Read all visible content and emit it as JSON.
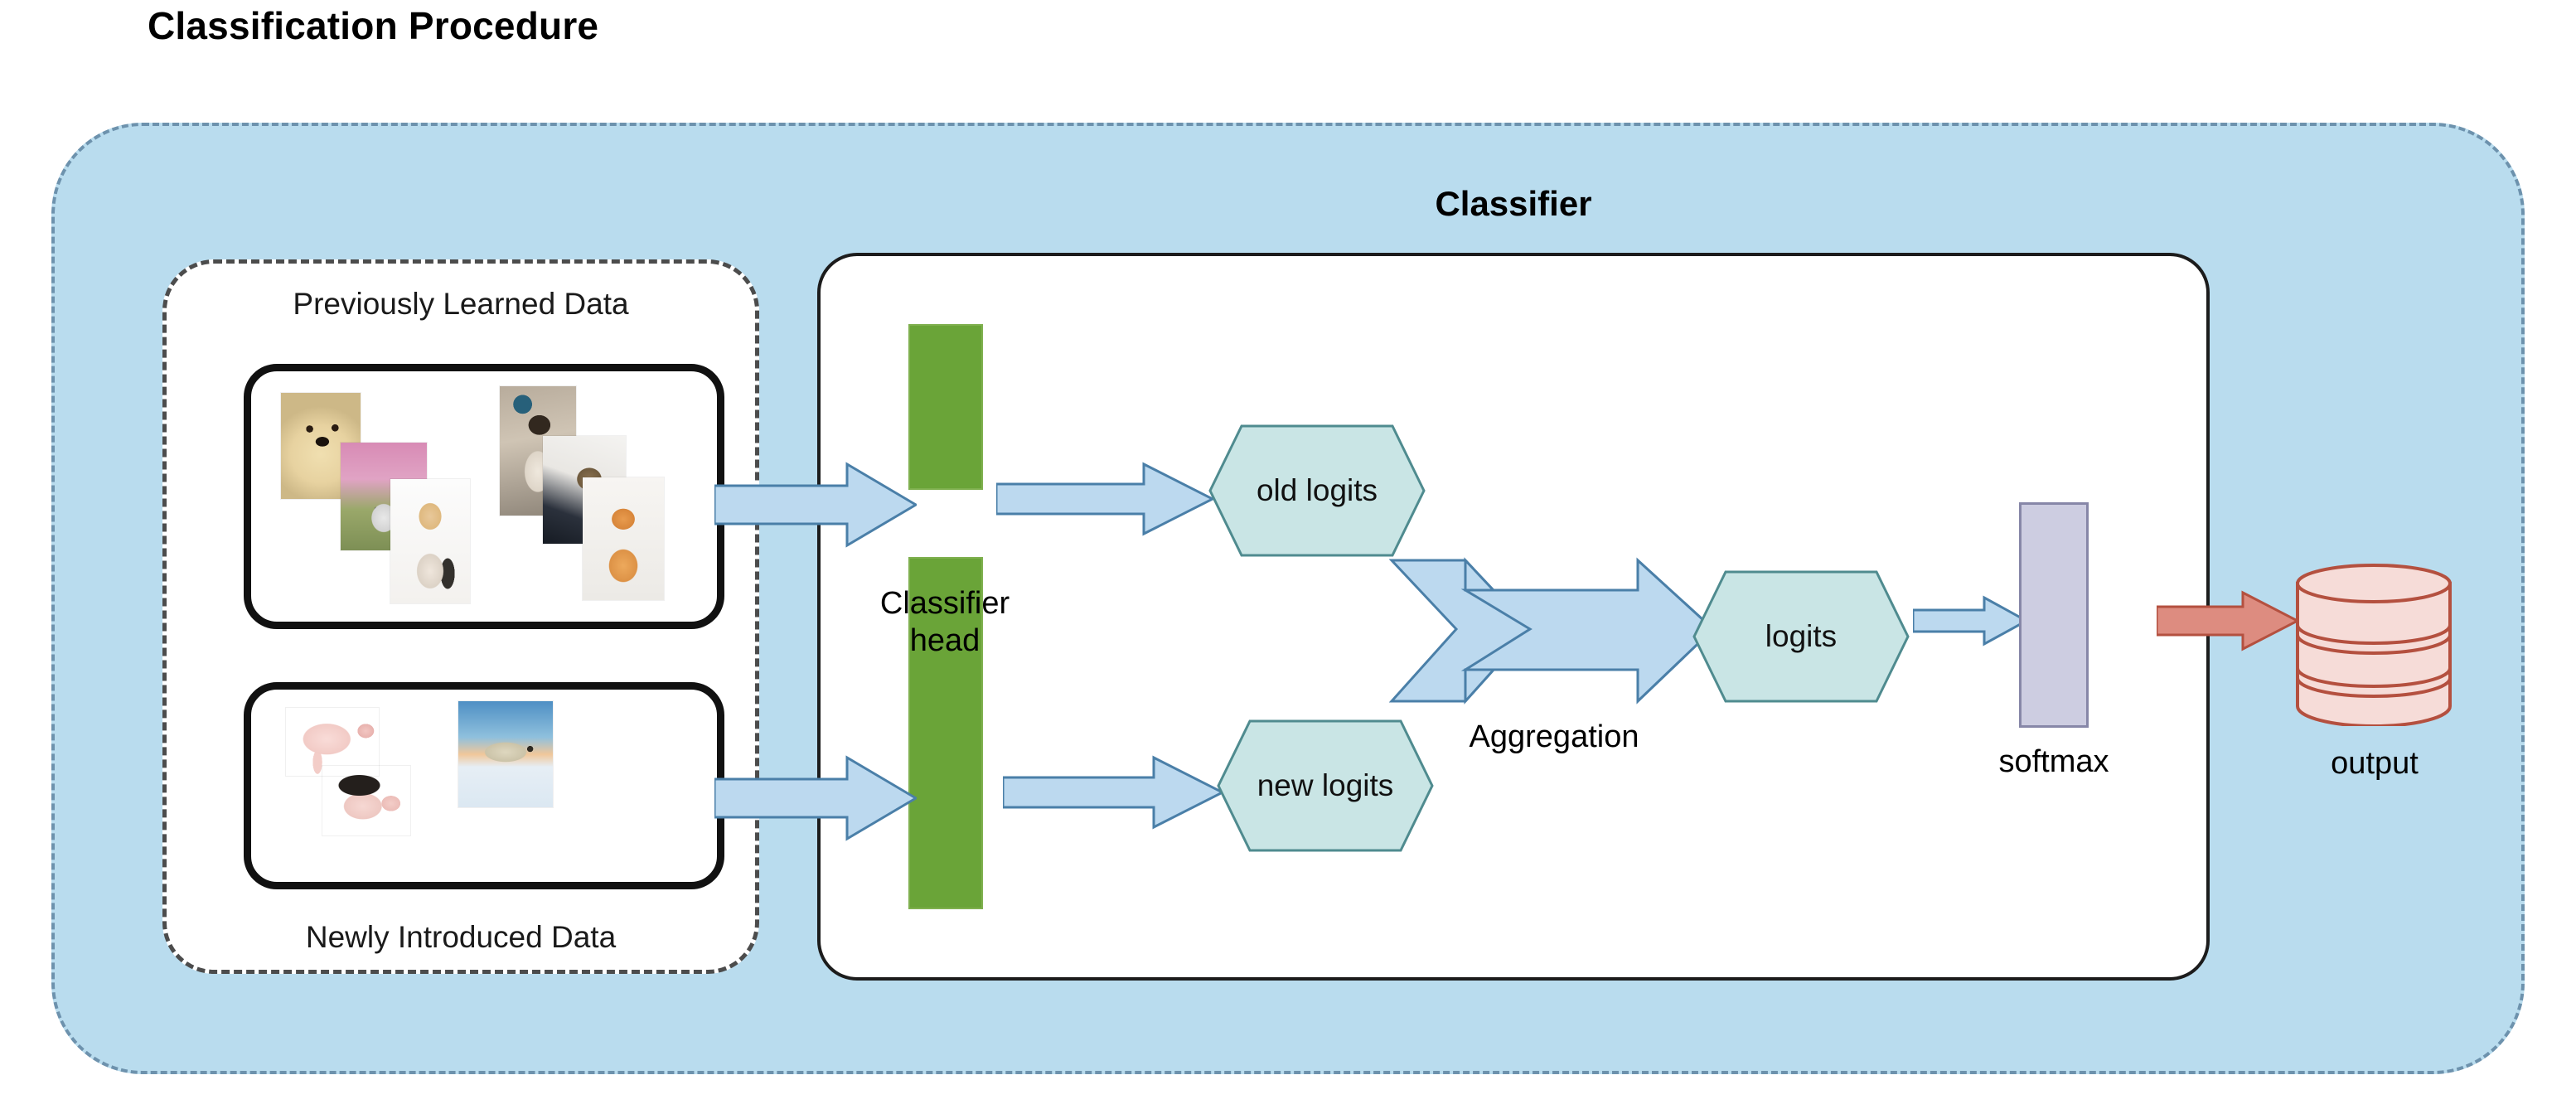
{
  "page": {
    "title": "Classification Procedure"
  },
  "outer": {
    "fill_color": "#b9dcee",
    "border_color": "#6d92ad"
  },
  "data_group": {
    "previous_caption": "Previously Learned Data",
    "new_caption": "Newly Introduced Data",
    "previous_photos": [
      {
        "name": "golden-retriever-puppy-photo"
      },
      {
        "name": "husky-in-blossoms-photo"
      },
      {
        "name": "corgi-photo"
      },
      {
        "name": "siamese-cat-photo"
      },
      {
        "name": "tabby-cat-photo"
      },
      {
        "name": "orange-kitten-photo"
      }
    ],
    "new_photos": [
      {
        "name": "pink-pig-photo"
      },
      {
        "name": "black-spotted-piglet-photo"
      },
      {
        "name": "polar-bear-photo"
      }
    ]
  },
  "classifier": {
    "title": "Classifier",
    "head_label_line1": "Classifier",
    "head_label_line2": "head",
    "head_color": "#6aa438",
    "old_logits_label": "old logits",
    "new_logits_label": "new logits",
    "logits_label": "logits",
    "aggregation_label": "Aggregation",
    "softmax_label": "softmax",
    "hexagon_fill": "#c9e5e5",
    "hexagon_stroke": "#4f8b8f",
    "arrow_fill": "#bcd9ef",
    "arrow_stroke": "#4a7fa8",
    "softmax_fill": "#cdcde1",
    "softmax_stroke": "#8787a8"
  },
  "output": {
    "label": "output",
    "fill_color": "#f6dcd8",
    "stroke_color": "#b4503f",
    "arrow_fill": "#dd8c80",
    "arrow_stroke": "#b4503f"
  }
}
